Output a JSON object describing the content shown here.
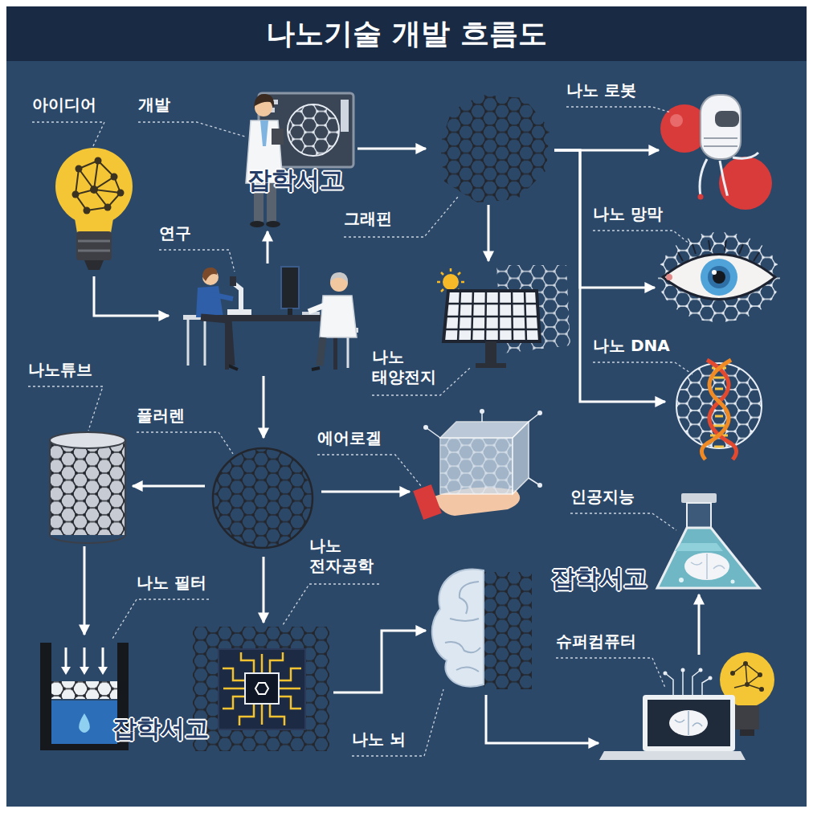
{
  "diagram": {
    "title": "나노기술 개발 흐름도",
    "nodes": [
      {
        "text": [
          "아이디어"
        ]
      },
      {
        "text": [
          "개발"
        ]
      },
      {
        "text": [
          "연구"
        ]
      },
      {
        "text": [
          "그래핀"
        ]
      },
      {
        "text": [
          "나노 태양전지"
        ]
      },
      {
        "text": [
          "나노 로봇"
        ]
      },
      {
        "text": [
          "나노 망막"
        ]
      },
      {
        "text": [
          "나노 DNA"
        ]
      },
      {
        "text": [
          "나노튜브"
        ]
      },
      {
        "text": [
          "풀러렌"
        ]
      },
      {
        "text": [
          "에어로겔"
        ]
      },
      {
        "text": [
          "나노 필터"
        ]
      },
      {
        "text": [
          "나노 전자공학"
        ]
      },
      {
        "text": [
          "나노 뇌"
        ]
      },
      {
        "text": [
          "인공지능"
        ]
      },
      {
        "text": [
          "슈퍼컴퓨터"
        ]
      }
    ],
    "edges": [
      {
        "from": 0,
        "to": 2,
        "arrow": "to"
      },
      {
        "from": 2,
        "to": 1,
        "arrow": "to"
      },
      {
        "from": 1,
        "to": 3,
        "arrow": "to"
      },
      {
        "from": 3,
        "to": 4,
        "arrow": "to"
      },
      {
        "from": 3,
        "to": 5,
        "arrow": "to"
      },
      {
        "from": 3,
        "to": 6,
        "arrow": "to"
      },
      {
        "from": 3,
        "to": 7,
        "arrow": "to"
      },
      {
        "from": 2,
        "to": 9,
        "arrow": "to"
      },
      {
        "from": 9,
        "to": 8,
        "arrow": "to"
      },
      {
        "from": 9,
        "to": 10,
        "arrow": "to"
      },
      {
        "from": 9,
        "to": 12,
        "arrow": "to"
      },
      {
        "from": 8,
        "to": 11,
        "arrow": "to"
      },
      {
        "from": 12,
        "to": 13,
        "arrow": "to"
      },
      {
        "from": 13,
        "to": 15,
        "arrow": "to"
      },
      {
        "from": 15,
        "to": 14,
        "arrow": "to"
      }
    ],
    "labels": [
      "잡학서고",
      "잡학서고",
      "잡학서고"
    ]
  }
}
